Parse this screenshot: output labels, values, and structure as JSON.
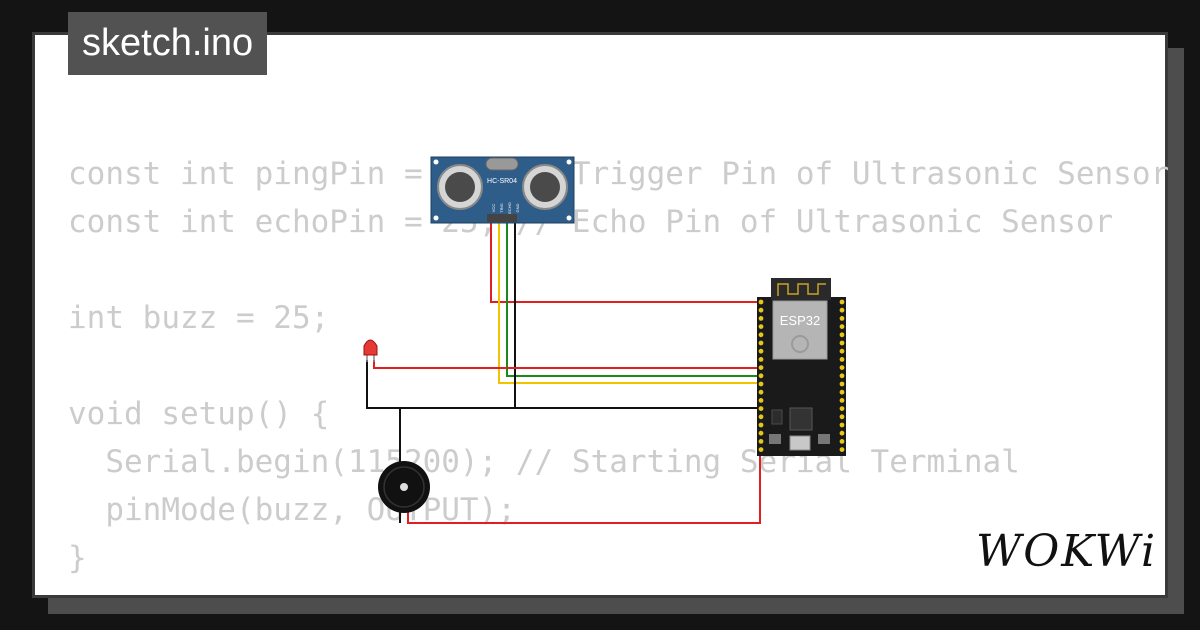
{
  "file_tab": {
    "title": "sketch.ino"
  },
  "code": {
    "lines": [
      "const int pingPin = 26; // Trigger Pin of Ultrasonic Sensor",
      "const int echoPin = 25; // Echo Pin of Ultrasonic Sensor",
      "",
      "int buzz = 25;",
      "",
      "void setup() {",
      "  Serial.begin(115200); // Starting Serial Terminal",
      "  pinMode(buzz, OUTPUT);",
      "}"
    ]
  },
  "components": {
    "sensor": {
      "label": "HC-SR04",
      "pins": [
        "VCC",
        "TRIG",
        "ECHO",
        "GND"
      ]
    },
    "board": {
      "label": "ESP32"
    },
    "led": {
      "color": "#e53935"
    },
    "buzzer": {
      "color": "#111111"
    }
  },
  "wires": {
    "red": "#e02020",
    "yellow": "#f2c400",
    "green": "#1a8a1a",
    "black": "#111111"
  },
  "brand": {
    "logo_text": "WOKWi"
  }
}
